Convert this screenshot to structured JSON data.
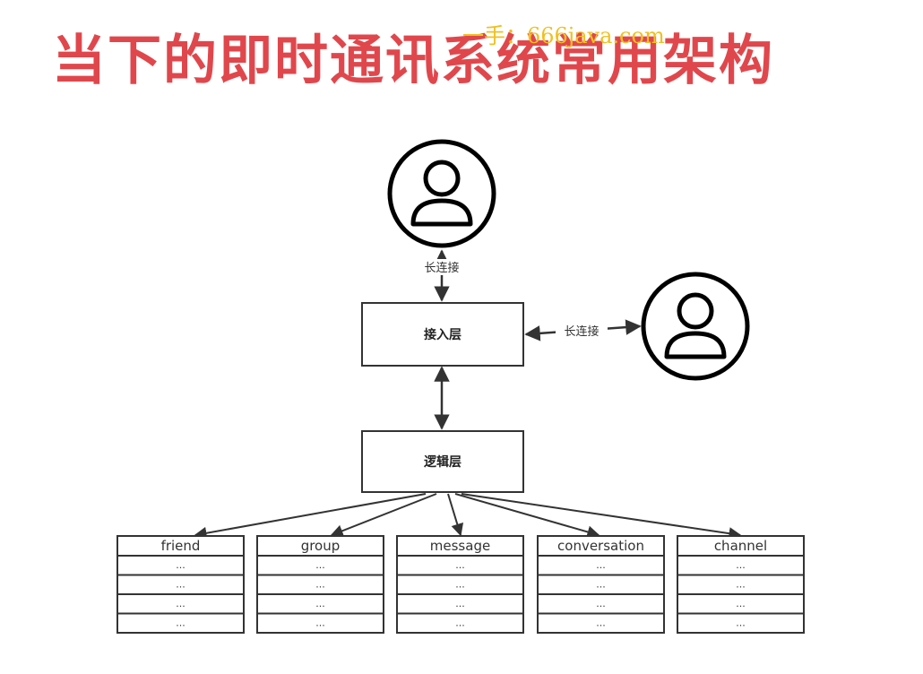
{
  "title": "当下的即时通讯系统常用架构",
  "watermark": "一手：666java.com",
  "nodes": {
    "access_layer": "接入层",
    "logic_layer": "逻辑层"
  },
  "edges": {
    "top_user_link": "长连接",
    "right_user_link": "长连接"
  },
  "users": [
    {
      "icon": "user-icon"
    },
    {
      "icon": "user-icon"
    }
  ],
  "tables": [
    {
      "name": "friend",
      "rows": [
        "...",
        "...",
        "...",
        "..."
      ]
    },
    {
      "name": "group",
      "rows": [
        "...",
        "...",
        "...",
        "..."
      ]
    },
    {
      "name": "message",
      "rows": [
        "...",
        "...",
        "...",
        "..."
      ]
    },
    {
      "name": "conversation",
      "rows": [
        "...",
        "...",
        "...",
        "..."
      ]
    },
    {
      "name": "channel",
      "rows": [
        "...",
        "...",
        "...",
        "..."
      ]
    }
  ],
  "colors": {
    "title": "#e0474c",
    "watermark": "#f0c020",
    "stroke": "#333333"
  }
}
